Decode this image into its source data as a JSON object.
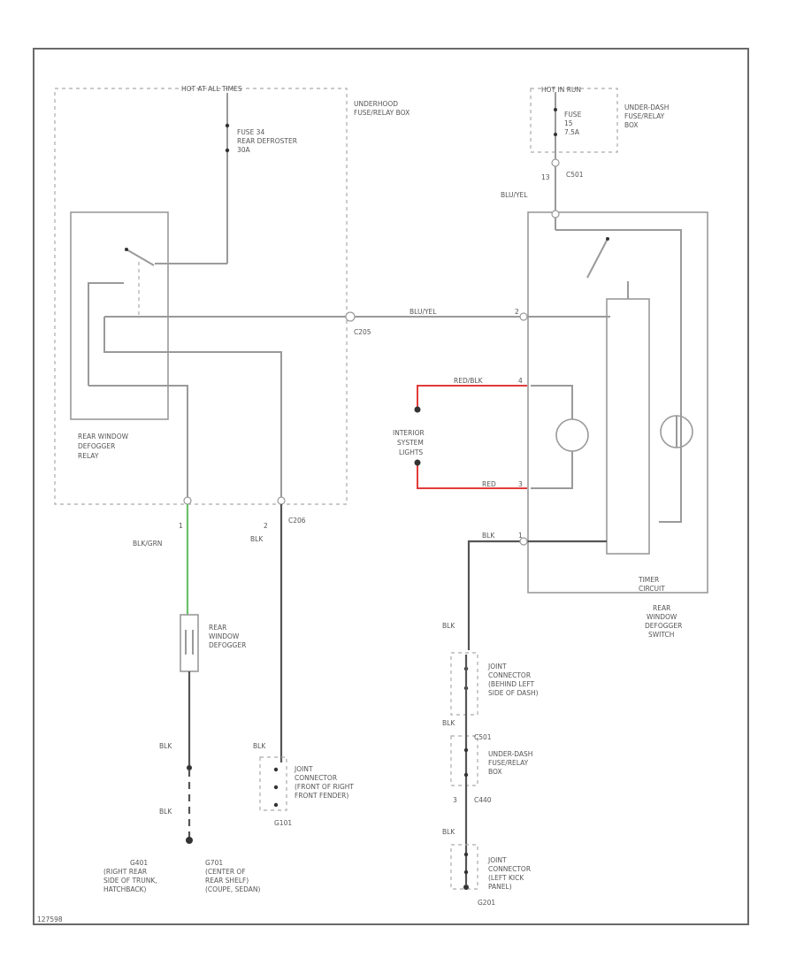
{
  "labels": {
    "hot_at_all_times": "HOT AT ALL TIMES",
    "underhood_box": [
      "UNDERHOOD",
      "FUSE/RELAY BOX"
    ],
    "fuse_defroster": [
      "FUSE 34",
      "REAR DEFROSTER",
      "30A"
    ],
    "hot_in_run": "HOT IN RUN",
    "underdash_box_top": [
      "UNDER-DASH",
      "FUSE/RELAY",
      "BOX"
    ],
    "fuse_small": [
      "FUSE",
      "15",
      "7.5A"
    ],
    "c501_top_pin": "13",
    "c501_top": "C501",
    "blu_yel_top": "BLU/YEL",
    "c205": "C205",
    "blu_yel_mid": "BLU/YEL",
    "blu_yel_pin": "2",
    "red_blk_wire": "RED/BLK",
    "red_blk_pin": "4",
    "interior_lights": [
      "INTERIOR",
      "SYSTEM",
      "LIGHTS"
    ],
    "red_wire": "RED",
    "red_pin": "3",
    "blk_right": "BLK",
    "blk_right_pin": "1",
    "timer_circuit": [
      "TIMER",
      "CIRCUIT"
    ],
    "rear_defogger_switch": [
      "REAR",
      "WINDOW",
      "DEFOGGER",
      "SWITCH"
    ],
    "rear_defogger_relay": [
      "REAR WINDOW",
      "DEFOGGER",
      "RELAY"
    ],
    "pin1": "1",
    "pin2": "2",
    "c206": "C206",
    "blk_grn": "BLK/GRN",
    "blk_left": "BLK",
    "rear_window_defogger": [
      "REAR",
      "WINDOW",
      "DEFOGGER"
    ],
    "blk_a": "BLK",
    "blk_b": "BLK",
    "blk_c": "BLK",
    "joint_front": [
      "JOINT",
      "CONNECTOR",
      "(FRONT OF RIGHT",
      "FRONT FENDER)"
    ],
    "g101": "G101",
    "g401": "G401",
    "g401_desc": [
      "(RIGHT REAR",
      "SIDE OF TRUNK,",
      "HATCHBACK)"
    ],
    "g701": "G701",
    "g701_desc": [
      "(CENTER OF",
      "REAR SHELF)",
      "(COUPE, SEDAN)"
    ],
    "blk_r1": "BLK",
    "joint_behind": [
      "JOINT",
      "CONNECTOR",
      "(BEHIND LEFT",
      "SIDE OF DASH)"
    ],
    "blk_r2": "BLK",
    "c501_b": "C501",
    "underdash_box_bottom": [
      "UNDER-DASH",
      "FUSE/RELAY",
      "BOX"
    ],
    "c440_pin": "3",
    "c440": "C440",
    "blk_r3": "BLK",
    "joint_kick": [
      "JOINT",
      "CONNECTOR",
      "(LEFT KICK",
      "PANEL)"
    ],
    "g201": "G201",
    "page_id": "127598"
  },
  "colors": {
    "red_wire": "#e23b3b",
    "green_wire": "#6cc06c",
    "black_wire": "#555555",
    "gray_wire": "#9a9a9a"
  }
}
